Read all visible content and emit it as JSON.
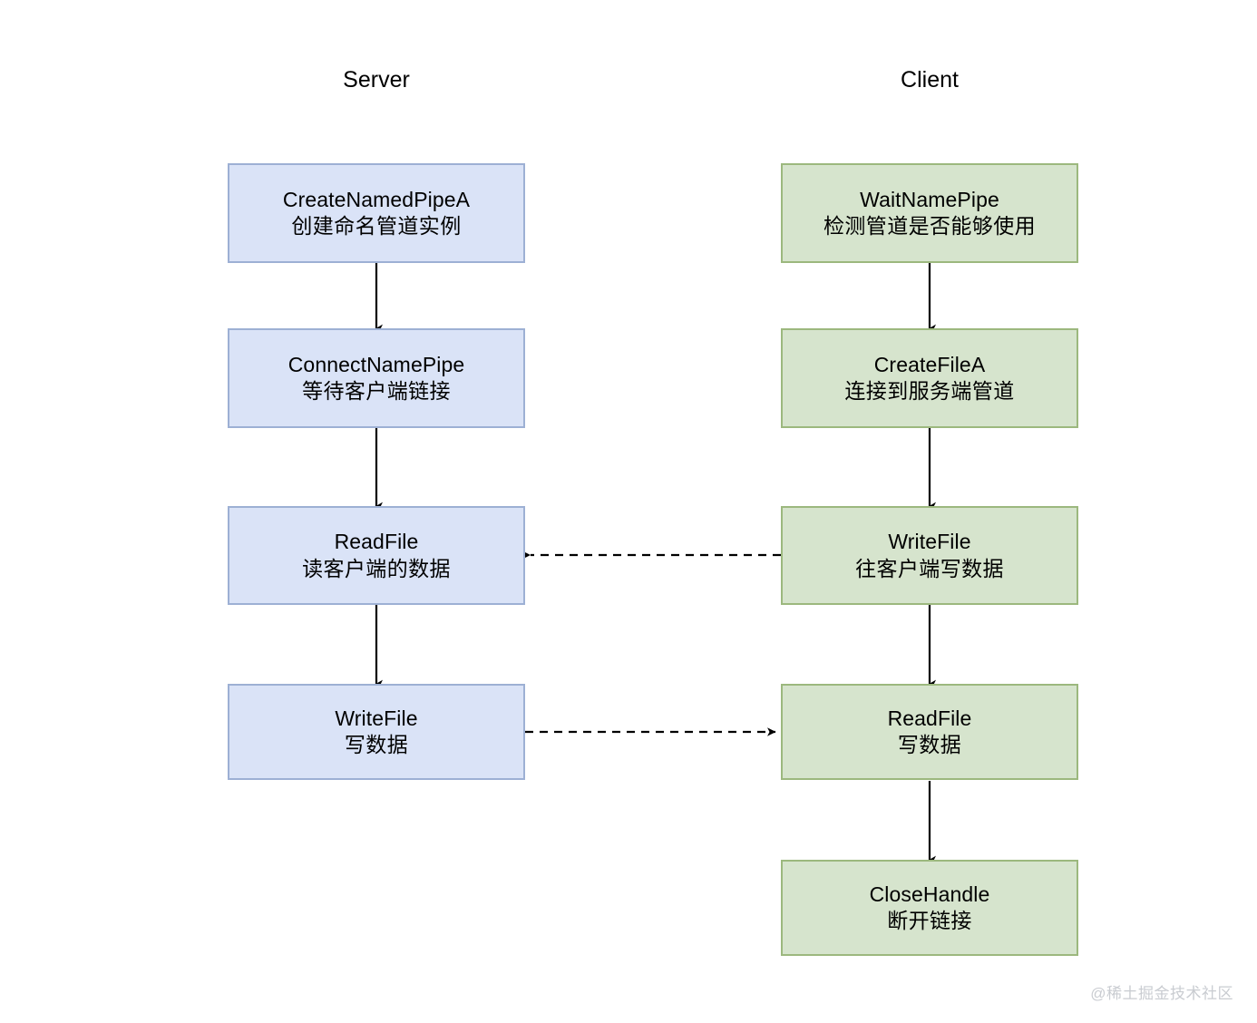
{
  "diagram": {
    "title_server": "Server",
    "title_client": "Client",
    "watermark": "@稀土掘金技术社区",
    "colors": {
      "server_fill": "#dae3f7",
      "server_border": "#9db0d4",
      "client_fill": "#d6e4cd",
      "client_border": "#9cb87e",
      "edge": "#000000",
      "text": "#000000",
      "watermark": "#c9ccd1"
    }
  },
  "server": {
    "nodes": [
      {
        "fn": "CreateNamedPipeA",
        "desc": "创建命名管道实例"
      },
      {
        "fn": "ConnectNamePipe",
        "desc": "等待客户端链接"
      },
      {
        "fn": "ReadFile",
        "desc": "读客户端的数据"
      },
      {
        "fn": "WriteFile",
        "desc": "写数据"
      }
    ]
  },
  "client": {
    "nodes": [
      {
        "fn": "WaitNamePipe",
        "desc": "检测管道是否能够使用"
      },
      {
        "fn": "CreateFileA",
        "desc": "连接到服务端管道"
      },
      {
        "fn": "WriteFile",
        "desc": "往客户端写数据"
      },
      {
        "fn": "ReadFile",
        "desc": "写数据"
      },
      {
        "fn": "CloseHandle",
        "desc": "断开链接"
      }
    ]
  },
  "edges": {
    "server_flow": [
      {
        "from": "CreateNamedPipeA",
        "to": "ConnectNamePipe",
        "style": "solid",
        "direction": "down"
      },
      {
        "from": "ConnectNamePipe",
        "to": "ReadFile",
        "style": "solid",
        "direction": "down"
      },
      {
        "from": "ReadFile",
        "to": "WriteFile",
        "style": "solid",
        "direction": "down"
      }
    ],
    "client_flow": [
      {
        "from": "WaitNamePipe",
        "to": "CreateFileA",
        "style": "solid",
        "direction": "down"
      },
      {
        "from": "CreateFileA",
        "to": "WriteFile",
        "style": "solid",
        "direction": "down"
      },
      {
        "from": "WriteFile",
        "to": "ReadFile",
        "style": "solid",
        "direction": "down"
      },
      {
        "from": "ReadFile",
        "to": "CloseHandle",
        "style": "solid",
        "direction": "down"
      }
    ],
    "cross": [
      {
        "from": "client.WriteFile",
        "to": "server.ReadFile",
        "style": "dashed",
        "direction": "left"
      },
      {
        "from": "server.WriteFile",
        "to": "client.ReadFile",
        "style": "dashed",
        "direction": "right"
      }
    ]
  }
}
